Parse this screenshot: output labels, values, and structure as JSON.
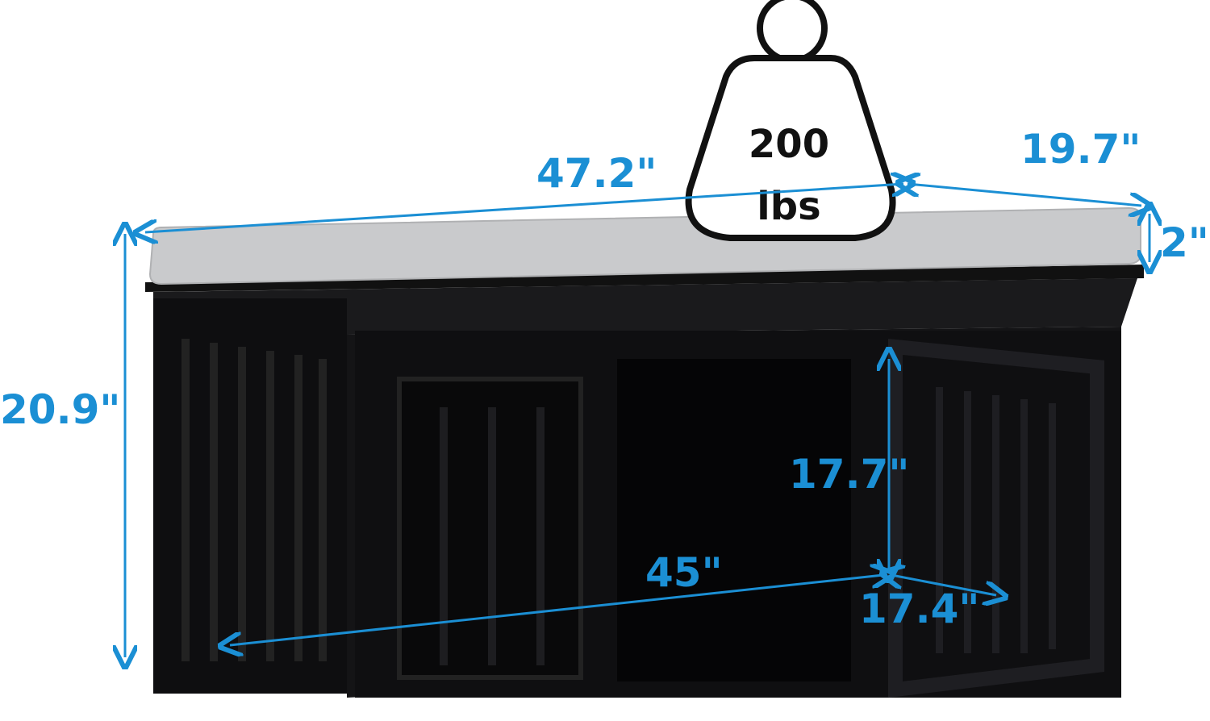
{
  "colors": {
    "dimension": "#1b8fd4",
    "frame": "#0c0c0e",
    "cushion": "#c9cacc"
  },
  "weight": {
    "value": "200",
    "unit": "lbs"
  },
  "dimensions": {
    "length": "47.2\"",
    "depth": "19.7\"",
    "cushion_thickness": "2\"",
    "total_height": "20.9\"",
    "inner_height": "17.7\"",
    "inner_length": "45\"",
    "door_width": "17.4\""
  }
}
